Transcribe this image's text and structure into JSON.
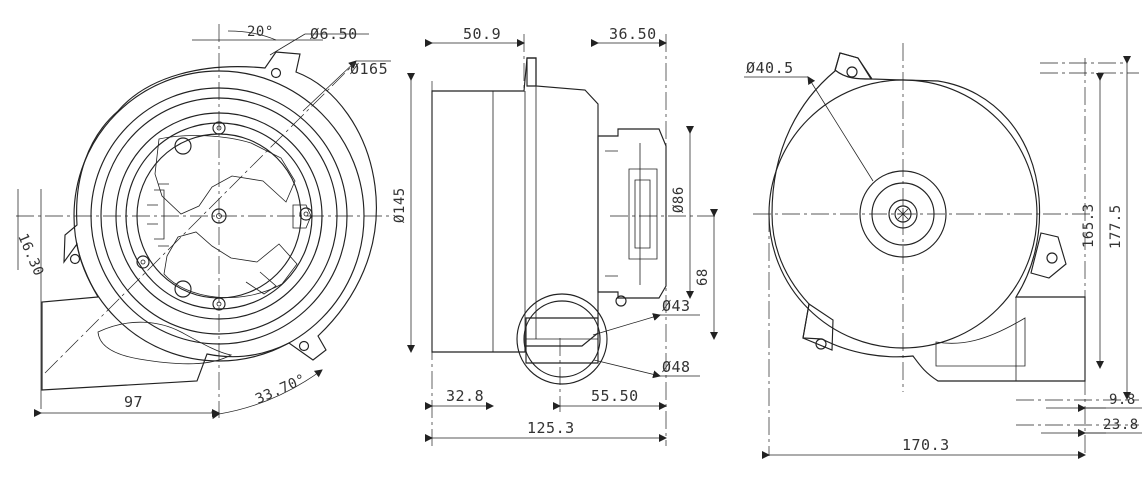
{
  "drawing": {
    "views": [
      "front-view",
      "side-view",
      "rear-view"
    ],
    "front_view": {
      "angle_top": "20°",
      "hole_diameter": "Ø6.50",
      "outer_diameter": "Ø165",
      "side_offset": "16.30",
      "bottom_width": "97",
      "outlet_angle": "33.70°"
    },
    "side_view": {
      "top_left": "50.9",
      "top_right": "36.50",
      "body_diameter": "Ø145",
      "connector_diameter": "Ø86",
      "height": "68",
      "outlet_inner": "Ø43",
      "outlet_outer": "Ø48",
      "bottom_left": "32.8",
      "bottom_right": "55.50",
      "total_width": "125.3"
    },
    "rear_view": {
      "hub_diameter": "Ø40.5",
      "height_1": "165.3",
      "height_2": "177.5",
      "width": "170.3",
      "offset_1": "9.8",
      "offset_2": "23.8"
    }
  }
}
